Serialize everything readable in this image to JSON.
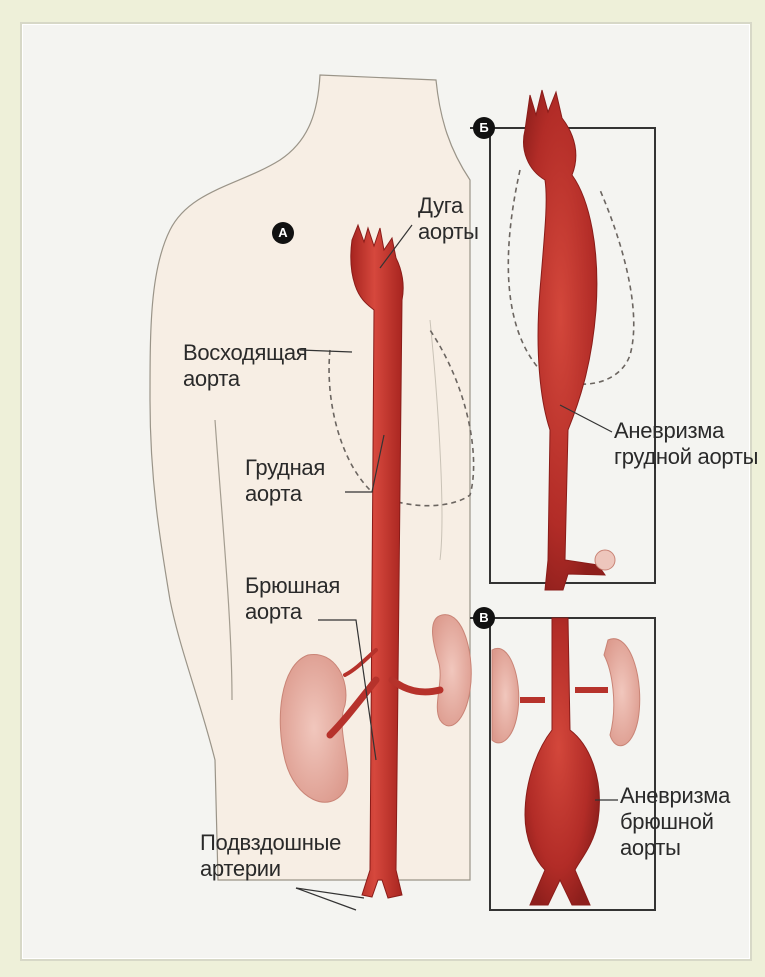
{
  "badges": {
    "a": "A",
    "b": "Б",
    "v": "В"
  },
  "labels": {
    "arch_line1": "Дуга",
    "arch_line2": "аорты",
    "ascending_line1": "Восходящая",
    "ascending_line2": "аорта",
    "thoracic_line1": "Грудная",
    "thoracic_line2": "аорта",
    "abdominal_line1": "Брюшная",
    "abdominal_line2": "аорта",
    "iliac_line1": "Подвздошные",
    "iliac_line2": "артерии",
    "taa_line1": "Аневризма",
    "taa_line2": "грудной аорты",
    "aaa_line1": "Аневризма",
    "aaa_line2": "брюшной",
    "aaa_line3": "аорты"
  },
  "colors": {
    "aorta": "#c8382f",
    "aorta_dark": "#9e2320",
    "aneurysm": "#b8302c",
    "skin": "#f6ecdf",
    "kidney": "#e9b0a4",
    "frame_bg": "#eef0d9"
  }
}
